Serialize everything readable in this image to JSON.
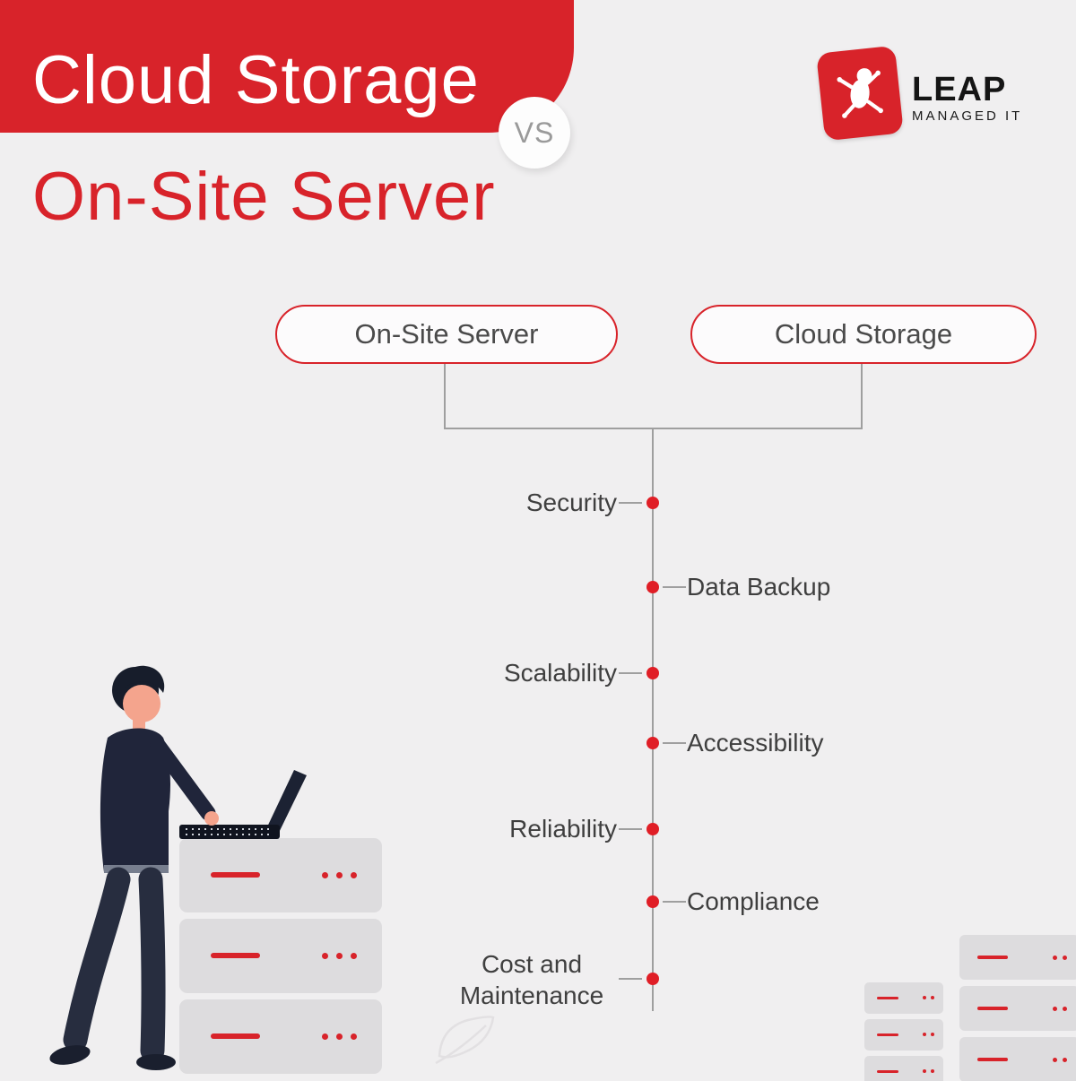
{
  "colors": {
    "bg": "#f0eff0",
    "accent": "#d8232a",
    "dot": "#e01e26",
    "line": "#9f9f9f",
    "text": "#3f3f3f",
    "server": "#dddcde"
  },
  "header": {
    "title_top": "Cloud Storage",
    "vs_label": "VS",
    "title_bottom": "On-Site Server"
  },
  "logo": {
    "brand": "LEAP",
    "tagline": "MANAGED IT"
  },
  "comparison": {
    "left": "On-Site Server",
    "right": "Cloud Storage"
  },
  "timeline": [
    {
      "label": "Security",
      "side": "left"
    },
    {
      "label": "Data Backup",
      "side": "right"
    },
    {
      "label": "Scalability",
      "side": "left"
    },
    {
      "label": "Accessibility",
      "side": "right"
    },
    {
      "label": "Reliability",
      "side": "left"
    },
    {
      "label": "Compliance",
      "side": "right"
    },
    {
      "label": "Cost and Maintenance",
      "side": "left"
    }
  ]
}
